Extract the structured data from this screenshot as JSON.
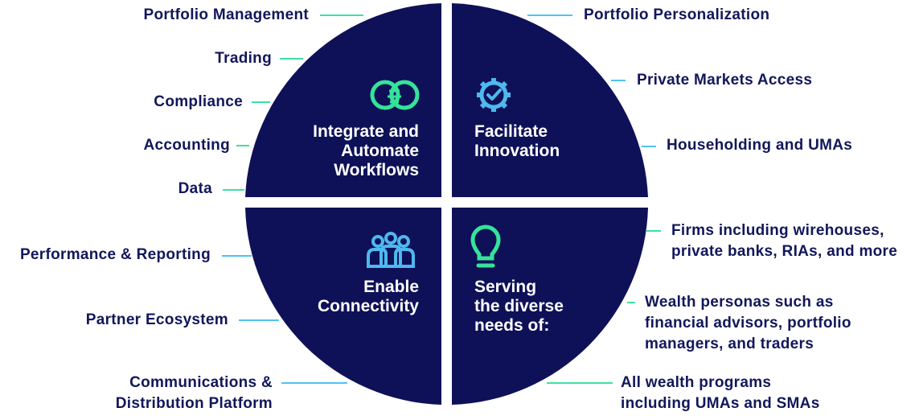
{
  "colors": {
    "quadrant_fill": "#0e1157",
    "label_text": "#12175a",
    "connector_green": "#3ee0a0",
    "connector_blue": "#4fc3f0",
    "icon_green": "#35e39a",
    "icon_blue": "#4fb8ee"
  },
  "quadrants": {
    "top_left": {
      "title": "Integrate and\nAutomate\nWorkflows",
      "icon": "intersecting-circles-icon"
    },
    "top_right": {
      "title": "Facilitate\nInnovation",
      "icon": "gear-check-icon"
    },
    "bottom_left": {
      "title": "Enable\nConnectivity",
      "icon": "group-people-icon"
    },
    "bottom_right": {
      "title": "Serving\nthe diverse\nneeds of:",
      "icon": "lightbulb-icon"
    }
  },
  "left_labels": {
    "portfolio_management": "Portfolio Management",
    "trading": "Trading",
    "compliance": "Compliance",
    "accounting": "Accounting",
    "data": "Data",
    "performance_reporting": "Performance & Reporting",
    "partner_ecosystem": "Partner Ecosystem",
    "communications": "Communications &\nDistribution Platform"
  },
  "right_labels": {
    "portfolio_personalization": "Portfolio Personalization",
    "private_markets": "Private Markets Access",
    "householding": "Householding and UMAs",
    "firms": "Firms including wirehouses,\nprivate banks, RIAs, and more",
    "wealth_personas": "Wealth personas such as\nfinancial advisors, portfolio\nmanagers, and traders",
    "wealth_programs": "All wealth programs\nincluding UMAs and SMAs"
  }
}
